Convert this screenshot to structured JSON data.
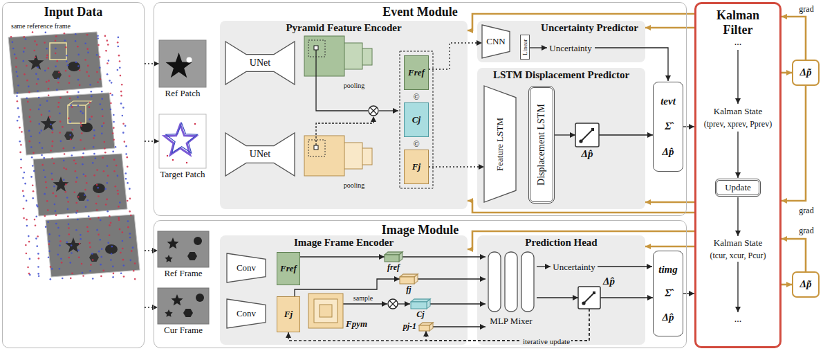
{
  "diagram": {
    "nodes": [
      {
        "text": [
          "Input Data",
          "same reference frame"
        ]
      },
      {
        "text": [
          "Event Module"
        ]
      },
      {
        "text": [
          "Ref Patch"
        ],
        "in": 1
      },
      {
        "text": [
          "Target Patch"
        ],
        "in": 1
      },
      {
        "text": [
          "Pyramid Feature Encoder"
        ],
        "in": 1
      },
      {
        "text": [
          "UNet"
        ],
        "in": 4
      },
      {
        "text": [
          "UNet"
        ],
        "in": 4
      },
      {
        "text": [
          "Fref"
        ],
        "in": 4
      },
      {
        "text": [
          "Cj"
        ],
        "in": 4
      },
      {
        "text": [
          "Fj"
        ],
        "in": 4
      },
      {
        "text": [
          "Uncertainty Predictor"
        ],
        "in": 1
      },
      {
        "text": [
          "CNN"
        ],
        "in": 10
      },
      {
        "text": [
          "Linear"
        ],
        "in": 10
      },
      {
        "text": [
          "LSTM Displacement Predictor"
        ],
        "in": 1
      },
      {
        "text": [
          "Feature LSTM"
        ],
        "in": 13
      },
      {
        "text": [
          "Displacement LSTM"
        ],
        "in": 13
      },
      {
        "text": [
          "Δp̂"
        ],
        "in": 13
      },
      {
        "text": [
          "tevt",
          "Σ̂",
          "Δp̂"
        ],
        "in": 1
      },
      {
        "text": [
          "Image Module"
        ]
      },
      {
        "text": [
          "Ref Frame"
        ],
        "in": 18
      },
      {
        "text": [
          "Cur Frame"
        ],
        "in": 18
      },
      {
        "text": [
          "Image Frame Encoder"
        ],
        "in": 18
      },
      {
        "text": [
          "Conv"
        ],
        "in": 21
      },
      {
        "text": [
          "Conv"
        ],
        "in": 21
      },
      {
        "text": [
          "Fref"
        ],
        "in": 21
      },
      {
        "text": [
          "Fj"
        ],
        "in": 21
      },
      {
        "text": [
          "Fpym"
        ],
        "in": 21
      },
      {
        "text": [
          "fref"
        ],
        "in": 21
      },
      {
        "text": [
          "fj"
        ],
        "in": 21
      },
      {
        "text": [
          "Cj"
        ],
        "in": 21
      },
      {
        "text": [
          "pj-1"
        ],
        "in": 21
      },
      {
        "text": [
          "Prediction Head"
        ],
        "in": 18
      },
      {
        "text": [
          "MLP Mixer"
        ],
        "in": 31
      },
      {
        "text": [
          "Δp̂"
        ],
        "in": 31
      },
      {
        "text": [
          "timg",
          "Σ̂",
          "Δp̂"
        ],
        "in": 18
      },
      {
        "text": [
          "Kalman Filter"
        ]
      },
      {
        "text": [
          "Update"
        ],
        "in": 35
      },
      {
        "text": [
          "Δp̃"
        ]
      },
      {
        "text": [
          "Δp̃"
        ]
      }
    ],
    "edges": [
      {
        "from": 0,
        "to": 2,
        "arrow": "to"
      },
      {
        "from": 0,
        "to": 3,
        "arrow": "to"
      },
      {
        "from": 0,
        "to": 19,
        "arrow": "to"
      },
      {
        "from": 0,
        "to": 20,
        "arrow": "to"
      },
      {
        "from": 7,
        "to": 11,
        "arrow": "to"
      },
      {
        "from": 9,
        "to": 14,
        "arrow": "to"
      },
      {
        "from": 15,
        "to": 16,
        "arrow": "to"
      },
      {
        "from": 16,
        "to": 17,
        "arrow": "to"
      },
      {
        "from": 17,
        "to": 35,
        "arrow": "to"
      },
      {
        "from": 24,
        "to": 27,
        "arrow": "to"
      },
      {
        "from": 25,
        "to": 28,
        "arrow": "to"
      },
      {
        "from": 27,
        "to": 32,
        "arrow": "to"
      },
      {
        "from": 28,
        "to": 32,
        "arrow": "to"
      },
      {
        "from": 29,
        "to": 32,
        "arrow": "to"
      },
      {
        "from": 30,
        "to": 32,
        "arrow": "to"
      },
      {
        "from": 32,
        "to": 33,
        "arrow": "to"
      },
      {
        "from": 33,
        "to": 34,
        "arrow": "to"
      },
      {
        "from": 33,
        "to": 30,
        "label": "iterative update",
        "arrow": "to"
      },
      {
        "from": 33,
        "to": 25,
        "arrow": "to"
      },
      {
        "from": 34,
        "to": 35,
        "arrow": "to"
      },
      {
        "from": 35,
        "to": 37,
        "arrow": "to"
      },
      {
        "from": 35,
        "to": 38,
        "arrow": "to"
      },
      {
        "from": 37,
        "to": 35,
        "label": "grad",
        "arrow": "to"
      },
      {
        "from": 37,
        "to": 35,
        "label": "grad",
        "arrow": "to"
      },
      {
        "from": 38,
        "to": 35,
        "label": "grad",
        "arrow": "to"
      },
      {
        "from": 35,
        "to": 10,
        "arrow": "to"
      },
      {
        "from": 35,
        "to": 4,
        "arrow": "to"
      },
      {
        "from": 35,
        "to": 13,
        "arrow": "to"
      },
      {
        "from": 35,
        "to": 4,
        "arrow": "to"
      },
      {
        "from": 35,
        "to": 31,
        "arrow": "to"
      },
      {
        "from": 35,
        "to": 21,
        "arrow": "to"
      }
    ],
    "labels": [
      "©",
      "©",
      "pooling",
      "pooling",
      "Uncertainty",
      "sample",
      "Uncertainty",
      "...",
      "Kalman State",
      "(tprev, xprev, Pprev)",
      "Kalman State",
      "(tcur, xcur, Pcur)",
      "..."
    ]
  }
}
